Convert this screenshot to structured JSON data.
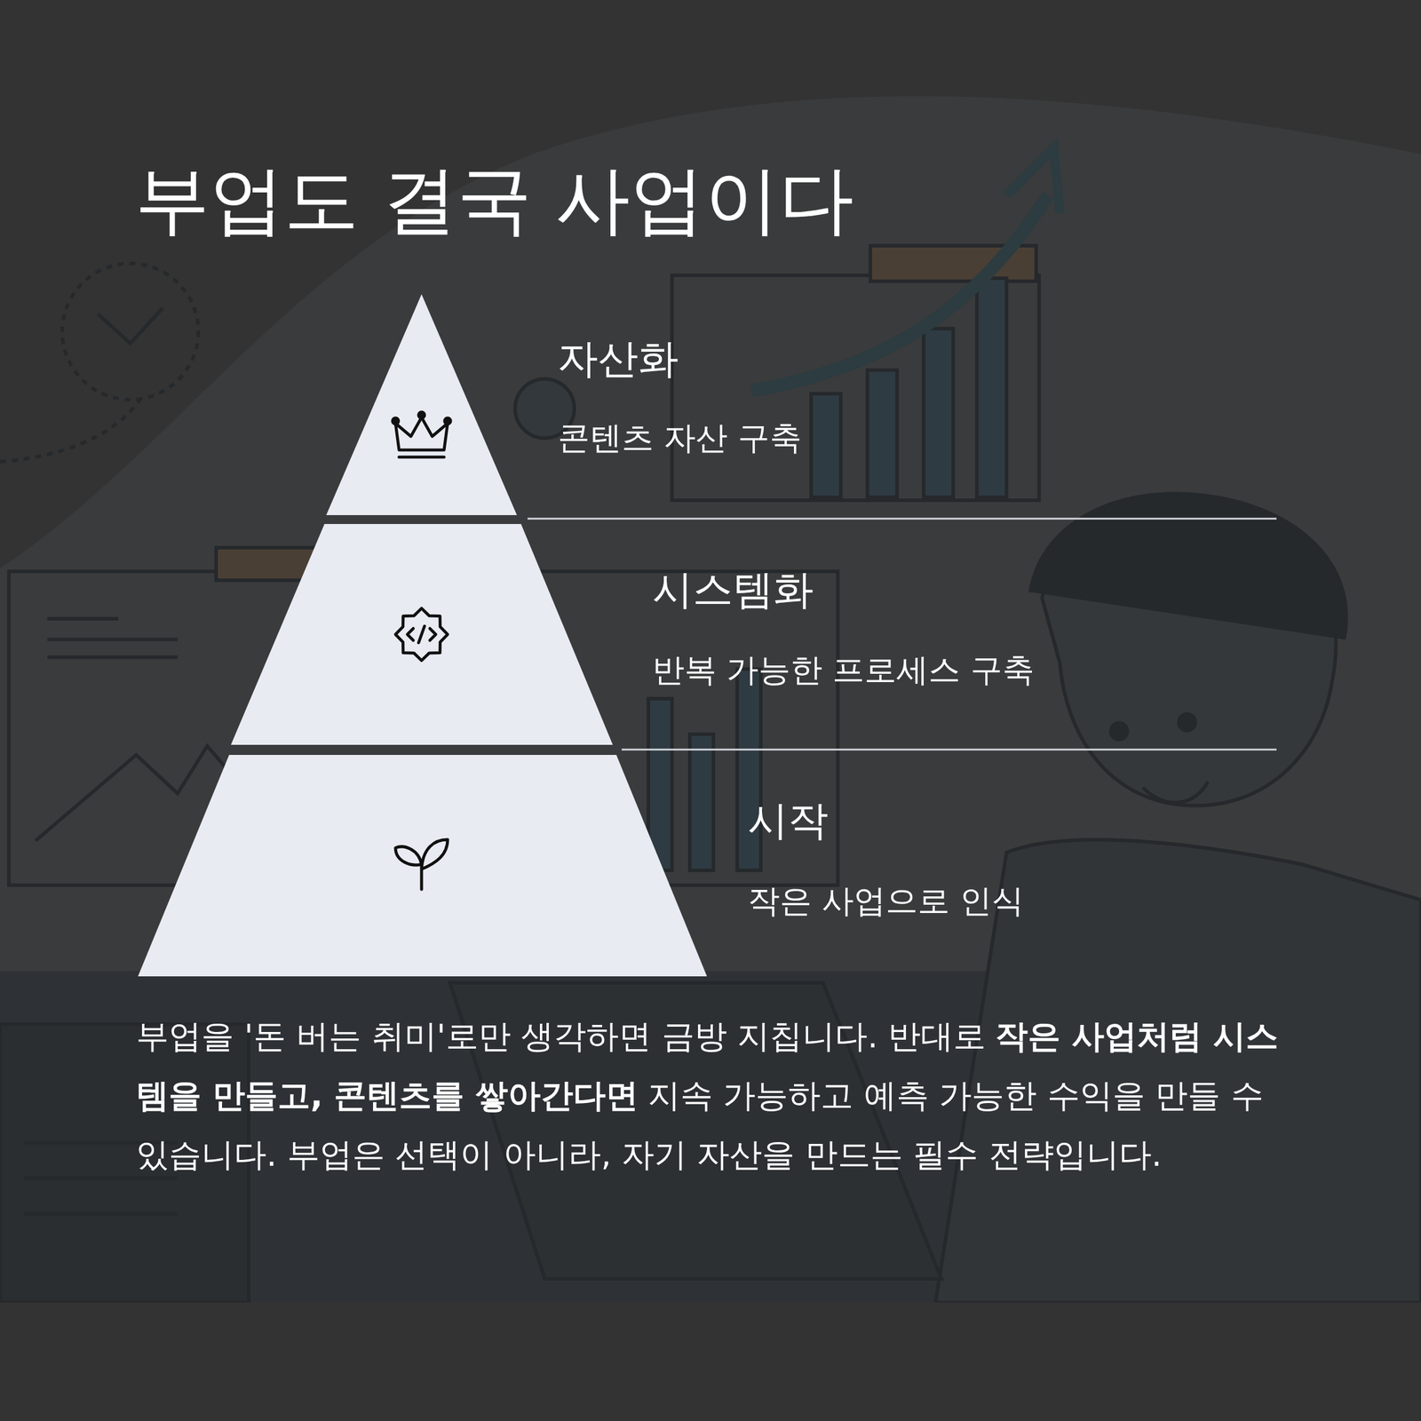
{
  "diagram": {
    "title": "부업도 결국 사업이다",
    "nodes": [
      {
        "text": [
          "자산화",
          "콘텐츠 자산 구축"
        ]
      },
      {
        "text": [
          "시스템화",
          "반복 가능한 프로세스 구축"
        ]
      },
      {
        "text": [
          "시작",
          "작은 사업으로 인식"
        ]
      }
    ],
    "labels": [
      "부업을 '돈 버는 취미'로만 생각하면 금방 지칩니다. 반대로",
      "작은 사업처럼 시스템을 만들고, 콘텐츠를 쌓아간다면",
      "지속 가능하고 예측 가능한 수익을 만들 수 있습니다. 부업은 선택이 아니라, 자기 자산을 만드는 필수 전략입니다."
    ]
  }
}
